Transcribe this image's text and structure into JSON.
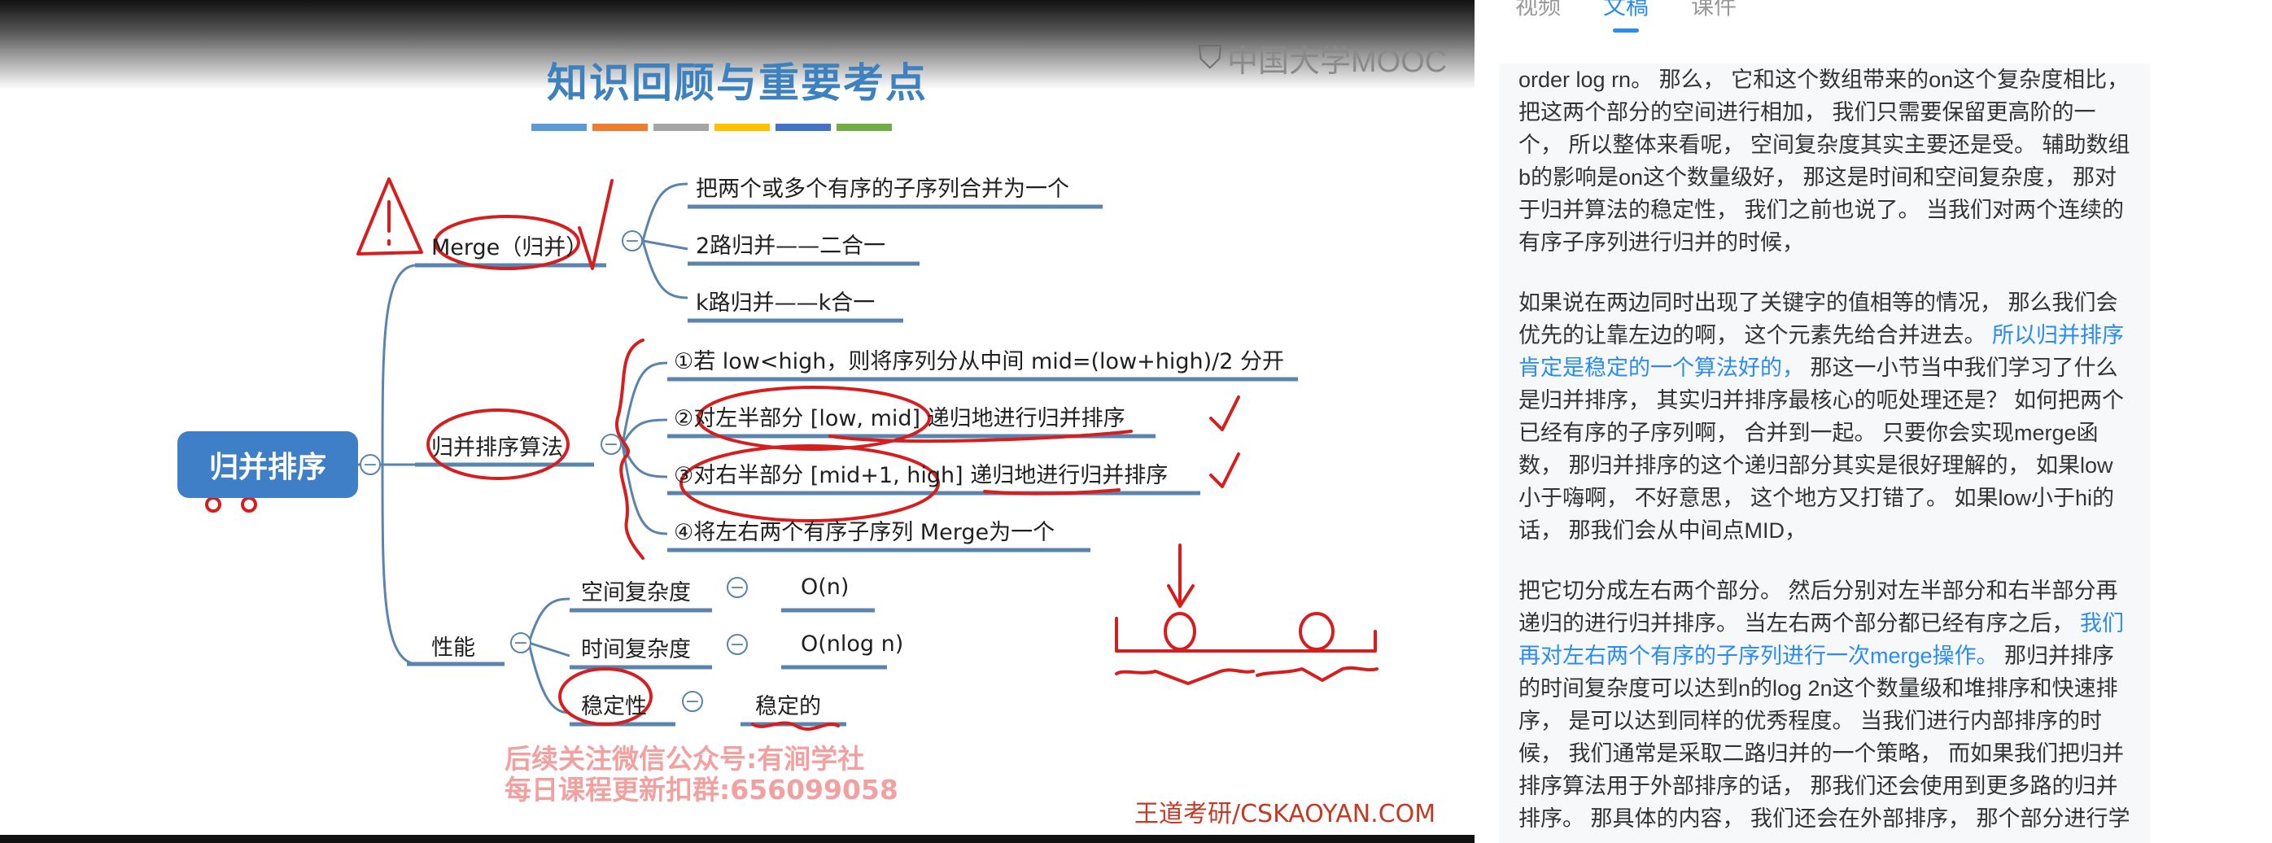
{
  "slide": {
    "title": "知识回顾与重要考点",
    "logo": "中国大学MOOC",
    "stripe_colors": [
      "#5b9bd5",
      "#ed7d31",
      "#a5a5a5",
      "#ffc000",
      "#4472c4",
      "#70ad47"
    ],
    "root": "归并排序",
    "branches": {
      "merge": {
        "label": "Merge（归并）",
        "children": [
          "把两个或多个有序的子序列合并为一个",
          "2路归并——二合一",
          "k路归并——k合一"
        ]
      },
      "algorithm": {
        "label": "归并排序算法",
        "children": [
          "①若 low<high，则将序列分从中间 mid=(low+high)/2 分开",
          "②对左半部分 [low, mid] 递归地进行归并排序",
          "③对右半部分 [mid+1, high] 递归地进行归并排序",
          "④将左右两个有序子序列 Merge为一个"
        ]
      },
      "performance": {
        "label": "性能",
        "rows": [
          {
            "label": "空间复杂度",
            "value": "O(n)"
          },
          {
            "label": "时间复杂度",
            "value": "O(nlog n)"
          },
          {
            "label": "稳定性",
            "value": "稳定的"
          }
        ]
      }
    },
    "watermark_line1": "后续关注微信公众号:有涧学社",
    "watermark_line2": "每日课程更新扣群:656099058",
    "credit": "王道考研/CSKAOYAN.COM",
    "collapse_symbol": "−"
  },
  "panel": {
    "tabs": [
      {
        "label": "视频",
        "active": false
      },
      {
        "label": "文稿",
        "active": true
      },
      {
        "label": "课件",
        "active": false
      }
    ],
    "paragraphs": [
      {
        "before": "order log rn。 那么， 它和这个数组带来的on这个复杂度相比， 把这两个部分的空间进行相加， 我们只需要保留更高阶的一个， 所以整体来看呢， 空间复杂度其实主要还是受。 辅助数组b的影响是on这个数量级好， 那这是时间和空间复杂度， 那对于归并算法的稳定性， 我们之前也说了。 当我们对两个连续的有序子序列进行归并的时候，",
        "highlight": "",
        "after": ""
      },
      {
        "before": "如果说在两边同时出现了关键字的值相等的情况， 那么我们会优先的让靠左边的啊， 这个元素先给合并进去。 ",
        "highlight": "所以归并排序肯定是稳定的一个算法好的，",
        "after": " 那这一小节当中我们学习了什么是归并排序， 其实归并排序最核心的呃处理还是？ 如何把两个已经有序的子序列啊， 合并到一起。 只要你会实现merge函数， 那归并排序的这个递归部分其实是很好理解的， 如果low小于嗨啊， 不好意思， 这个地方又打错了。 如果low小于hi的话， 那我们会从中间点MID，"
      },
      {
        "before": "把它切分成左右两个部分。 然后分别对左半部分和右半部分再递归的进行归并排序。 当左右两个部分都已经有序之后， ",
        "highlight": "我们再对左右两个有序的子序列进行一次merge操作。",
        "after": " 那归并排序的时间复杂度可以达到n的log 2n这个数量级和堆排序和快速排序， 是可以达到同样的优秀程度。 当我们进行内部排序的时候， 我们通常是采取二路归并的一个策略， 而如果我们把归并排序算法用于外部排序的话， 那我们还会使用到更多路的归并排序。 那具体的内容， 我们还会在外部排序， 那个部分进行学"
      }
    ]
  }
}
